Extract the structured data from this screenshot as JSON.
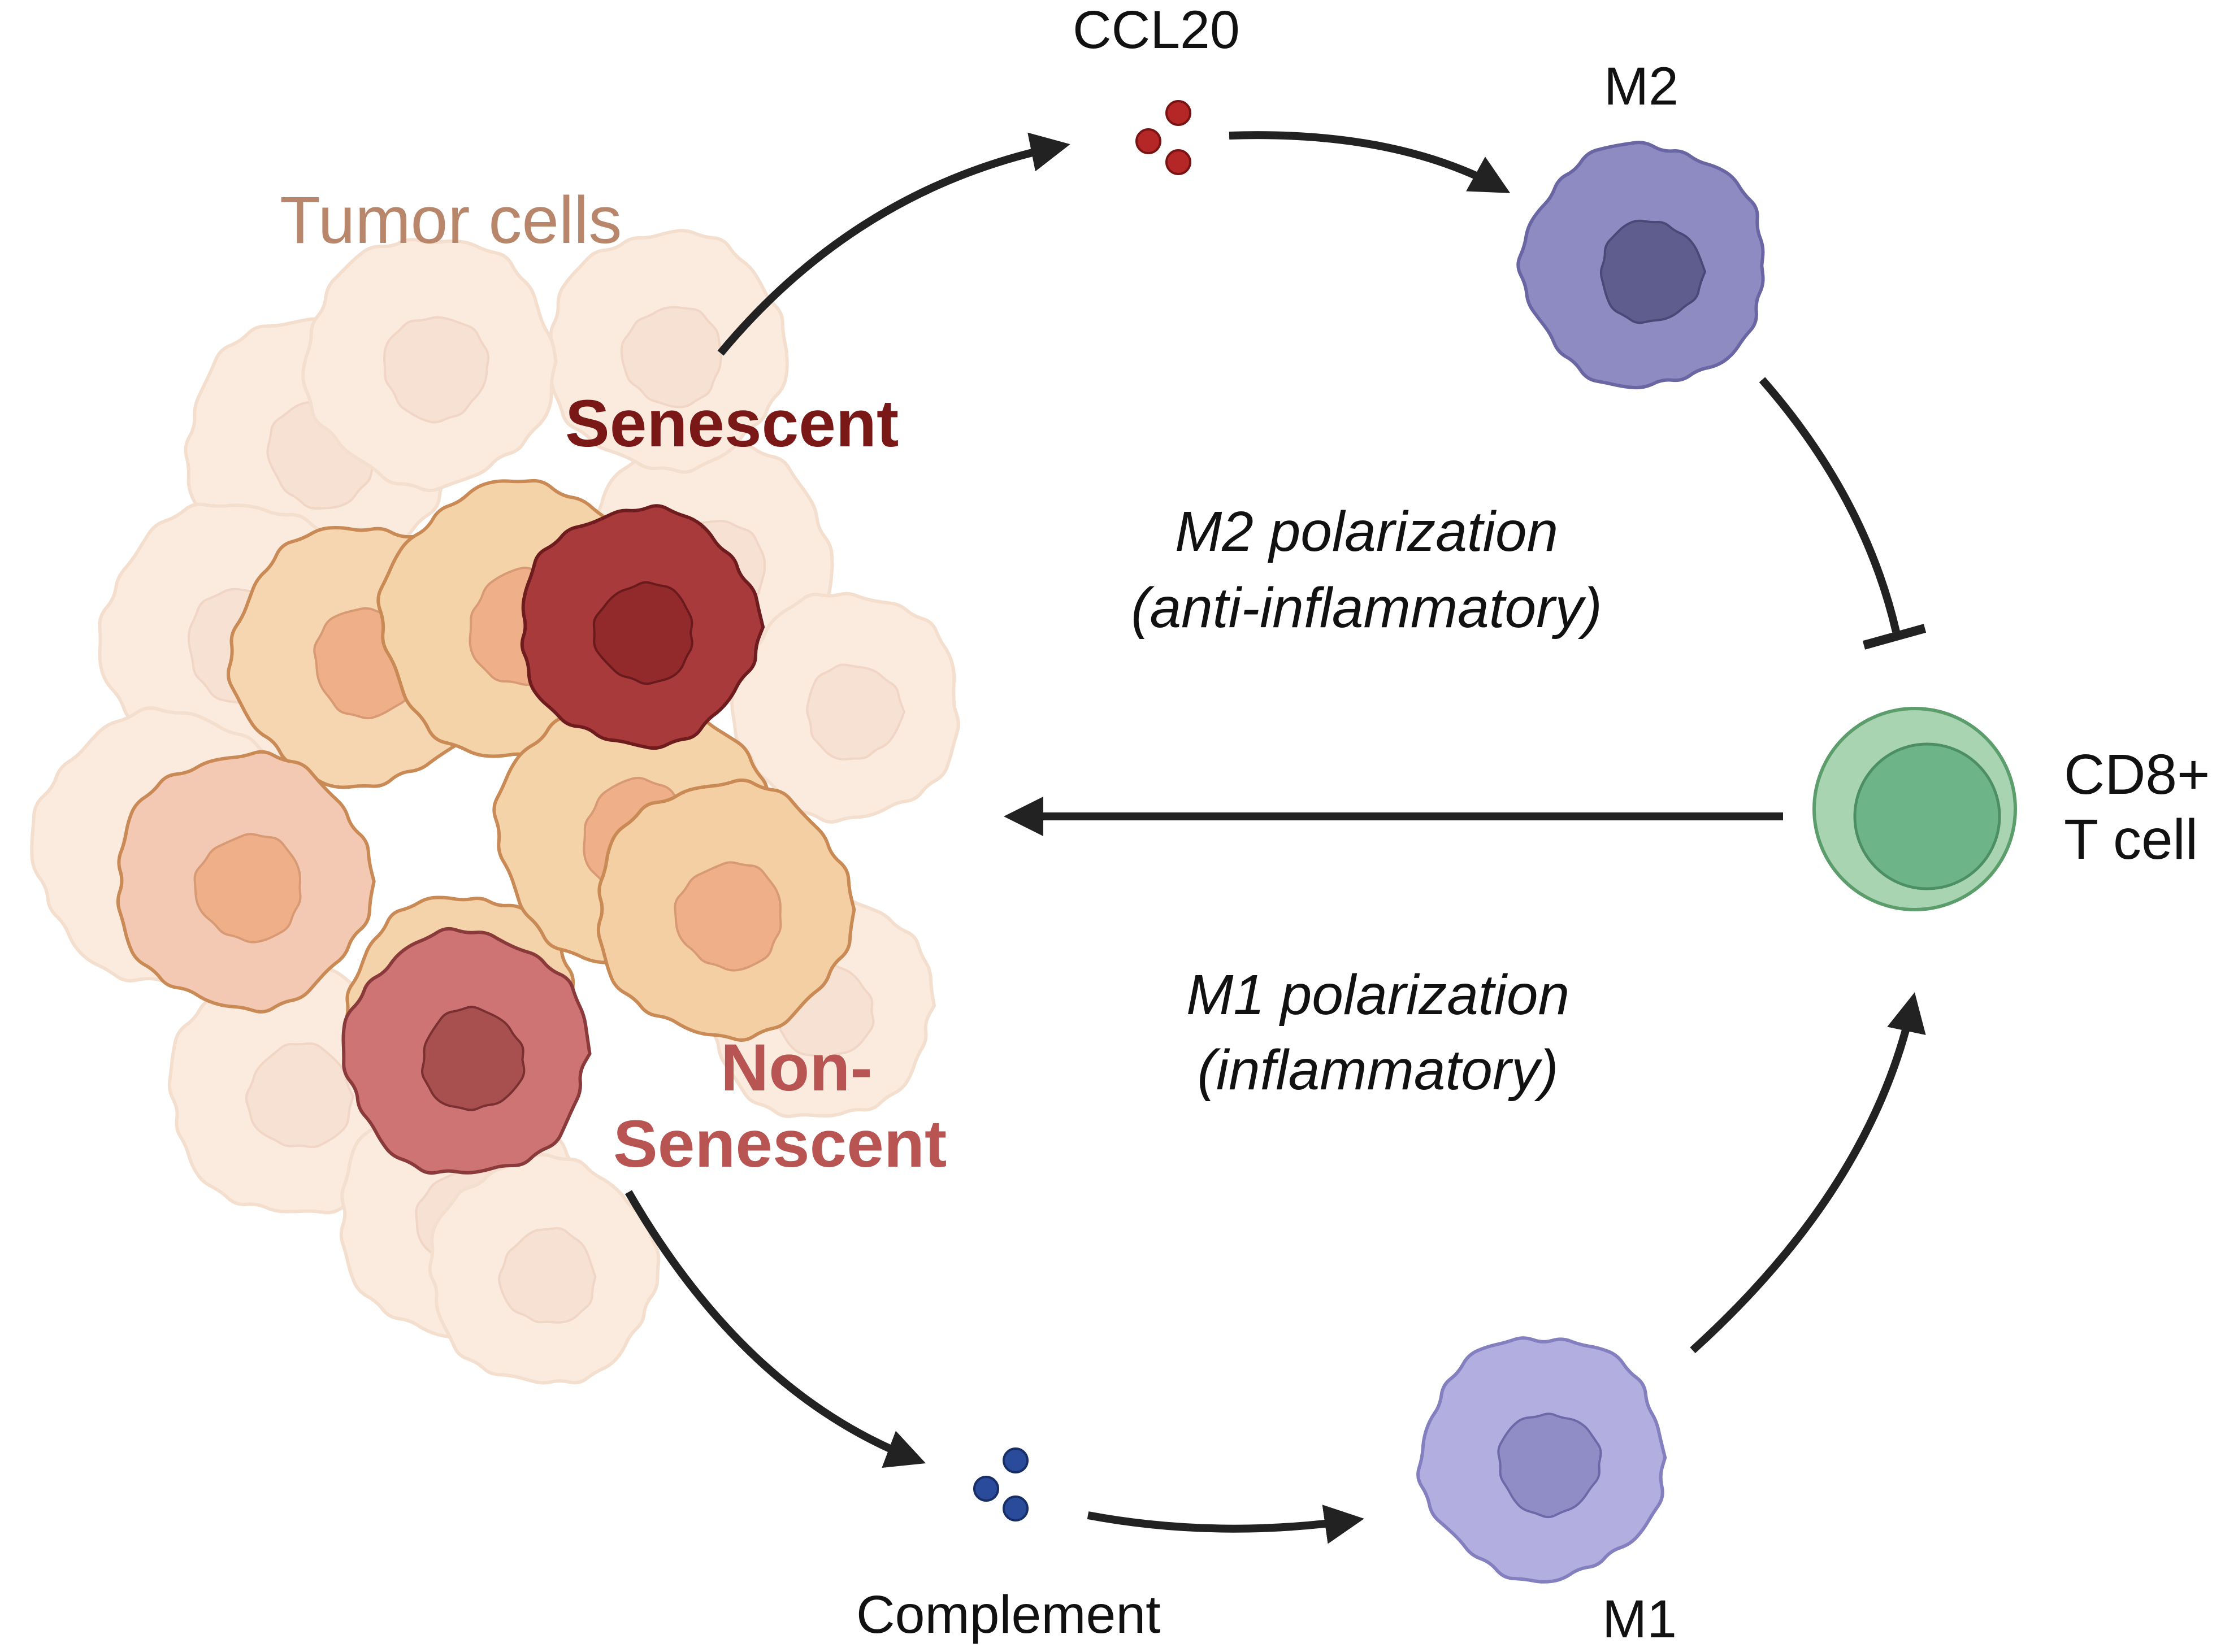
{
  "labels": {
    "tumor_cells": "Tumor cells",
    "senescent": "Senescent",
    "non_senescent_1": "Non-",
    "non_senescent_2": "Senescent",
    "ccl20": "CCL20",
    "m2": "M2",
    "m2_polarization_1": "M2 polarization",
    "m2_polarization_2": "(anti-inflammatory)",
    "cd8_1": "CD8+",
    "cd8_2": "T cell",
    "m1_polarization_1": "M1 polarization",
    "m1_polarization_2": "(inflammatory)",
    "complement": "Complement",
    "m1": "M1"
  },
  "colors": {
    "arrow": "#222222",
    "tumor_label": "#b8866a",
    "senescent_label": "#7a1818",
    "non_senescent_label": "#b85452",
    "ccl20_dot": "#b52727",
    "complement_dot": "#2a4a9a",
    "m2_body": "#8e8ac2",
    "m2_nucleus": "#5f5c8e",
    "m1_body": "#b2aee0",
    "m1_nucleus": "#8f8cc6",
    "tcell_outer": "#a9d4b2",
    "tcell_inner": "#6db589",
    "senescent_cell": "#a83a3c",
    "non_senescent_cell": "#cf7474"
  },
  "icons": [
    "ccl20-molecules-icon",
    "complement-molecules-icon",
    "m2-macrophage-icon",
    "m1-macrophage-icon",
    "cd8-t-cell-icon",
    "tumor-cluster-icon"
  ]
}
